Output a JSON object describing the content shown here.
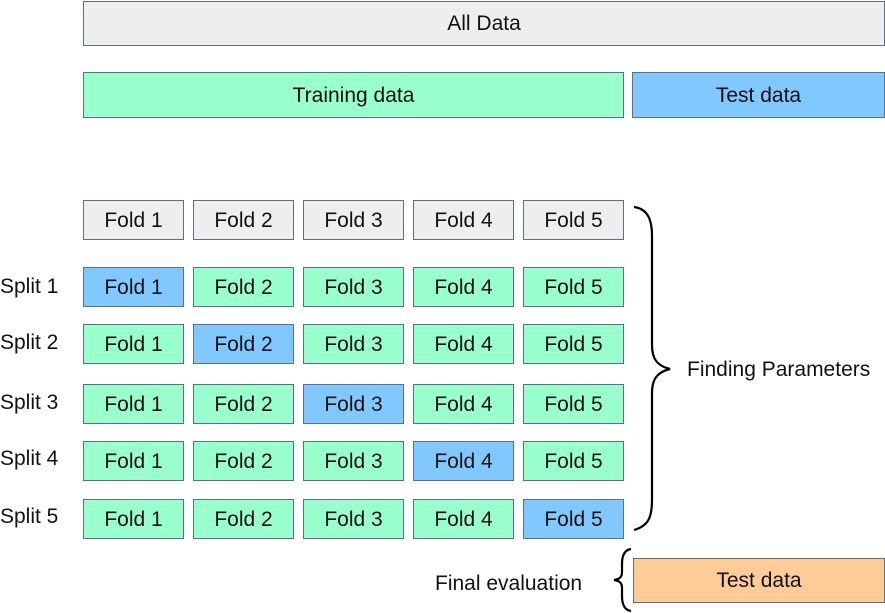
{
  "all_data_label": "All Data",
  "training_data_label": "Training data",
  "test_data_label": "Test data",
  "fold_labels": [
    "Fold 1",
    "Fold 2",
    "Fold 3",
    "Fold 4",
    "Fold 5"
  ],
  "split_labels": [
    "Split 1",
    "Split 2",
    "Split 3",
    "Split 4",
    "Split 5"
  ],
  "finding_parameters_label": "Finding Parameters",
  "final_evaluation_label": "Final evaluation",
  "final_test_data_label": "Test data",
  "colors": {
    "all_data": "#eeeeee",
    "training_fold": "#99ffcc",
    "validation_fold": "#80c8ff",
    "final_test": "#ffcc99",
    "border": "#5b6f86"
  }
}
